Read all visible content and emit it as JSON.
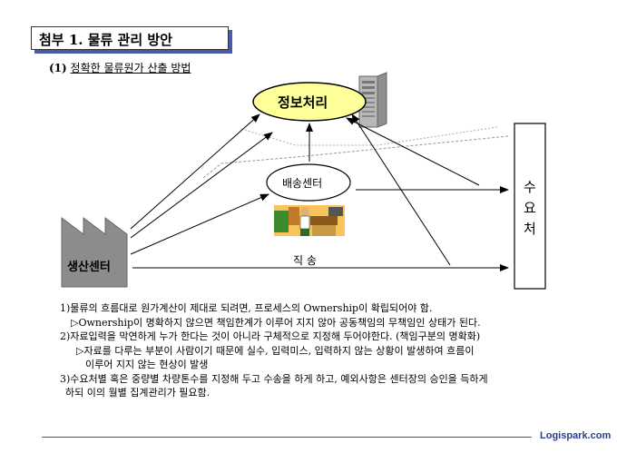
{
  "title": "첨부 1. 물류 관리 방안",
  "subtitle": {
    "number": "(1)",
    "text": "정확한 물류원가 산출 방법"
  },
  "diagram": {
    "info_processing": "정보처리",
    "delivery_center": "배송센터",
    "production_center": "생산센터",
    "demand_chars": [
      "수",
      "요",
      "처"
    ],
    "direct_shipping": "직 송"
  },
  "notes": [
    "1)물류의 흐름대로 원가계산이 제대로 되려면, 프로세스의 Ownership이 확립되어야 함.",
    "▷Ownership이 명확하지 않으면 책임한계가 이루어 지지 않아 공동책임의 무책임인 상태가 된다.",
    "2)자료입력을 막연하게 누가 한다는 것이 아니라 구체적으로 지정해 두어야한다. (책임구분의 명확화)",
    "▷자료를 다루는 부분이 사람이기 때문에 실수, 입력미스, 입력하지 않는 상황이 발생하여 흐름이",
    "이루어 지지 않는 현상이 발생",
    "3)수요처별 혹은 중량별 차량톤수를 지정해 두고 수송을 하게 하고, 예외사항은 센터장의 승인을 득하게",
    "하되 이의 월별 집계관리가 필요함."
  ],
  "footer": {
    "brand": "Logispark.com"
  },
  "colors": {
    "ellipse_fill": "#ffff99",
    "shadow": "#4a5aa8",
    "factory": "#8c8c8c",
    "brand": "#2a3f8f"
  }
}
